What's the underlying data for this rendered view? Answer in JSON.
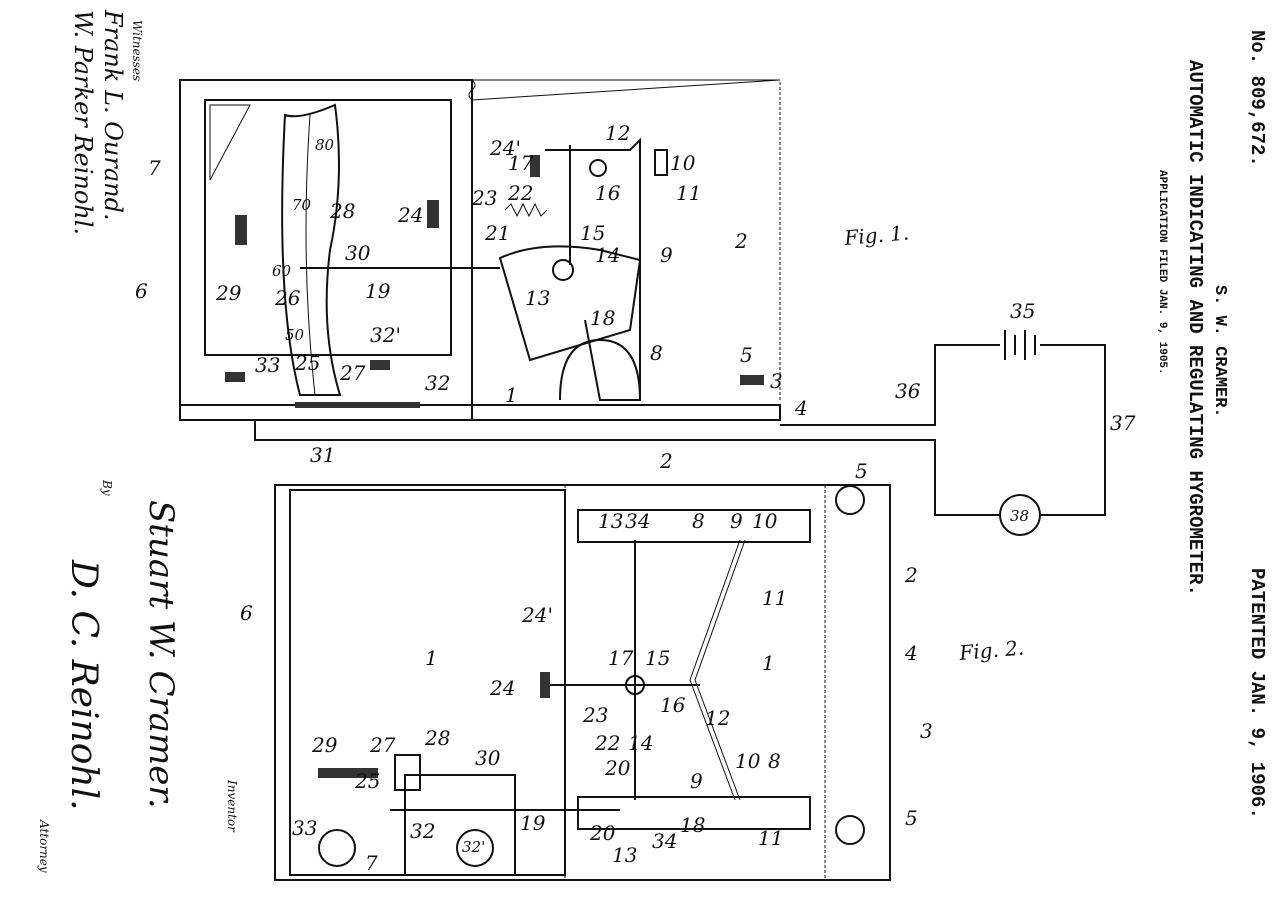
{
  "header": {
    "patent_number": "No. 809,672.",
    "patented_date": "PATENTED JAN. 9, 1906.",
    "inventor_name": "S. W. CRAMER.",
    "title": "AUTOMATIC INDICATING AND REGULATING HYGROMETER.",
    "application": "APPLICATION FILED JAN. 9, 1905."
  },
  "signatures": {
    "witnesses_label": "Witnesses",
    "witness_1": "Frank L. Ourand.",
    "witness_2": "W. Parker Reinohl.",
    "inventor_label": "Inventor",
    "inventor_signature": "Stuart W. Cramer.",
    "by_label": "By",
    "attorney_signature": "D. C. Reinohl.",
    "attorney_label": "Attorney"
  },
  "fig1": {
    "label": "Fig. 1.",
    "scale": [
      "80",
      "70",
      "60",
      "50"
    ],
    "numerals": [
      "7",
      "6",
      "29",
      "26",
      "25",
      "27",
      "33",
      "31",
      "32",
      "32'",
      "28",
      "30",
      "19",
      "24",
      "24'",
      "23",
      "22",
      "21",
      "17",
      "16",
      "12",
      "10",
      "11",
      "15",
      "14",
      "13",
      "18",
      "9",
      "8",
      "2",
      "1",
      "5",
      "3",
      "4",
      "35",
      "36",
      "37",
      "38"
    ]
  },
  "fig2": {
    "label": "Fig. 2.",
    "numerals": [
      "2",
      "6",
      "1",
      "24'",
      "24",
      "13",
      "34",
      "8",
      "9",
      "10",
      "11",
      "2",
      "4",
      "3",
      "5",
      "5",
      "17",
      "15",
      "16",
      "23",
      "22",
      "12",
      "14",
      "1",
      "29",
      "27",
      "28",
      "30",
      "25",
      "20",
      "9",
      "10",
      "8",
      "19",
      "33",
      "7",
      "32",
      "32'",
      "20",
      "13",
      "34",
      "18",
      "11"
    ]
  }
}
